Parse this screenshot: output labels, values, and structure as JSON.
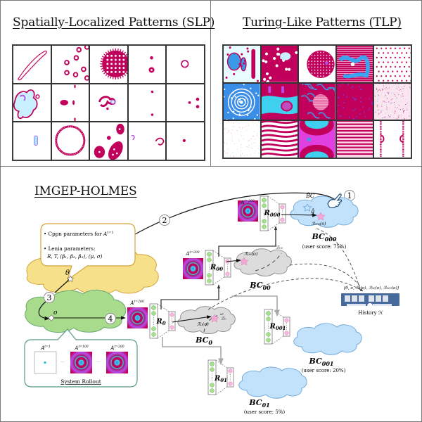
{
  "panels": {
    "slp": {
      "title": "Spatially-Localized Patterns (SLP)",
      "cells": [
        "thin-loop",
        "scattered-rings",
        "spiky-disk",
        "two-dots",
        "small-ring",
        "amoeba",
        "arrow-blob",
        "hook-creature",
        "two-dots-vertical",
        "three-dots",
        "small-cluster",
        "large-ring",
        "oval-cells",
        "curled-fragments",
        "single-dot"
      ]
    },
    "tlp": {
      "title": "Turing-Like Patterns (TLP)",
      "cells": [
        "blue-blobs",
        "magenta-spots",
        "dotted-disk",
        "labyrinth-core",
        "dot-lattice",
        "target-rings",
        "wave-bands",
        "maze-with-disk",
        "dense-dots",
        "fine-noise",
        "sparse-specks",
        "stripes-maze",
        "twin-domes",
        "horizontal-stripes",
        "vertical-beads"
      ]
    }
  },
  "diagram": {
    "title": "IMGEP-HOLMES",
    "callout": {
      "line1_prefix": "Cppn parameters for ",
      "line1_var": "A",
      "line1_sup": "t=1",
      "line2": "Lenia parameters:",
      "line3": "R, T, (β₁, β₂, β₃), (μ, σ)"
    },
    "theta_label": "θ",
    "o_label": "o",
    "steps": [
      "1",
      "2",
      "3",
      "4"
    ],
    "rollout": {
      "title": "System Rollout",
      "frames": [
        {
          "label": "A",
          "sup": "t=1"
        },
        {
          "label": "A",
          "sup": "t=100"
        },
        {
          "label": "A",
          "sup": "t=200"
        }
      ],
      "ellipsis": "···"
    },
    "input_label": {
      "label": "A",
      "sup": "t=200"
    },
    "nodes": [
      {
        "id": "R0",
        "r_label": "R",
        "r_sub": "0",
        "bc_label": "BC",
        "bc_sub": "0",
        "embed": "ℛ₀(o)",
        "region": "ℬ₀"
      },
      {
        "id": "R00",
        "r_label": "R",
        "r_sub": "00",
        "bc_label": "BC",
        "bc_sub": "00",
        "embed": "ℛ₀₀(o)",
        "region": "ℬ₀₀"
      },
      {
        "id": "R000",
        "r_label": "R",
        "r_sub": "000",
        "bc_label": "BC",
        "bc_sub": "000",
        "embed": "ℛ₀₀₀(o)",
        "user_score": "(user score: 75%)",
        "goal": "ĝ",
        "bc_hat": "B̂C"
      },
      {
        "id": "R001",
        "r_label": "R",
        "r_sub": "001",
        "bc_label": "BC",
        "bc_sub": "001",
        "user_score": "(user score: 20%)"
      },
      {
        "id": "R01",
        "r_label": "R",
        "r_sub": "01",
        "bc_label": "BC",
        "bc_sub": "01",
        "user_score": "(user score: 5%)"
      }
    ],
    "history": {
      "tuple": "[θ, o, ℛ₀(o), ℛ₀₀(o), ℛ₀₀₀(o)]",
      "label": "History ℋ"
    },
    "colors": {
      "lenia_magenta": "#c0005a",
      "lenia_cyan": "#3fd0f0",
      "lenia_violet": "#b84ef0",
      "param_cloud": "#f7e08a",
      "obs_cloud": "#a8dc8c",
      "bc_gray": "#dcdcdc",
      "bc_blue": "#c2e1fb",
      "node_green": "#a7e08d",
      "node_pink": "#f6b9dc",
      "history_blue": "#466a9c",
      "rollout_border": "#5a9a82",
      "callout_border": "#d4a53a"
    }
  }
}
